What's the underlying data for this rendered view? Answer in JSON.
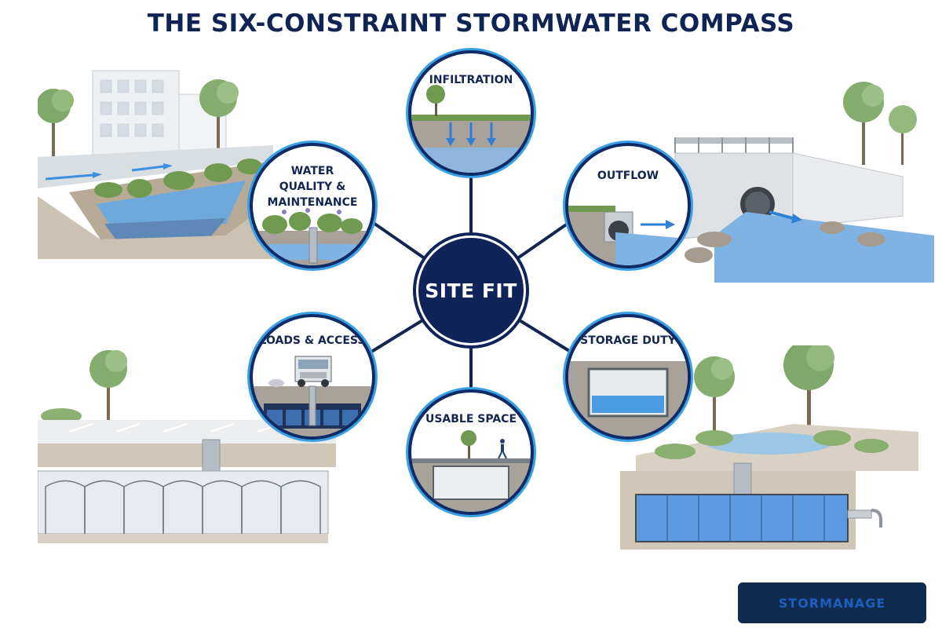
{
  "title": "THE SIX-CONSTRAINT STORMWATER COMPASS",
  "hub": {
    "label": "SITE FIT"
  },
  "nodes": {
    "infiltration": "INFILTRATION",
    "water_quality": "WATER QUALITY & MAINTENANCE",
    "outflow": "OUTFLOW",
    "loads_access": "LOADS & ACCESS",
    "storage_duty": "STORAGE DUTY",
    "usable_space": "USABLE SPACE"
  },
  "logo": {
    "text": "STORMANAGE"
  },
  "colors": {
    "title": "#0f2455",
    "hub": "#0f2458",
    "ring_outer": "#0f2c66",
    "ring_accent": "#3aa0e6",
    "water": "#4a9be0",
    "logo_bg": "#0f2c4f"
  },
  "icons": [
    "down-arrow-icon",
    "right-arrow-icon",
    "tree-icon",
    "walking-person-icon",
    "truck-icon",
    "pipe-icon"
  ]
}
